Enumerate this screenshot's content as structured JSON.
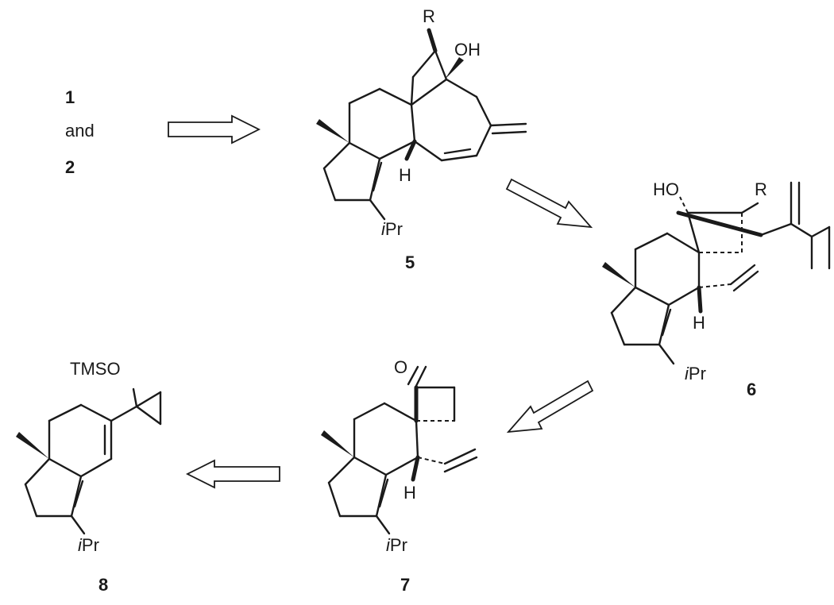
{
  "reactants": {
    "top": "1",
    "connector": "and",
    "bottom": "2"
  },
  "compounds": {
    "c5": {
      "number": "5",
      "r_group": "R",
      "hydroxyl": "OH",
      "hydrogen": "H",
      "substituent_prefix": "i",
      "substituent": "Pr"
    },
    "c6": {
      "number": "6",
      "r_group": "R",
      "hydroxyl": "HO",
      "hydrogen": "H",
      "substituent_prefix": "i",
      "substituent": "Pr"
    },
    "c7": {
      "number": "7",
      "carbonyl": "O",
      "hydrogen": "H",
      "substituent_prefix": "i",
      "substituent": "Pr"
    },
    "c8": {
      "number": "8",
      "silyl_ether": "TMSO",
      "substituent_prefix": "i",
      "substituent": "Pr"
    }
  },
  "arrows": [
    "retrosynthetic-arrow",
    "retrosynthetic-arrow",
    "retrosynthetic-arrow",
    "retrosynthetic-arrow"
  ]
}
